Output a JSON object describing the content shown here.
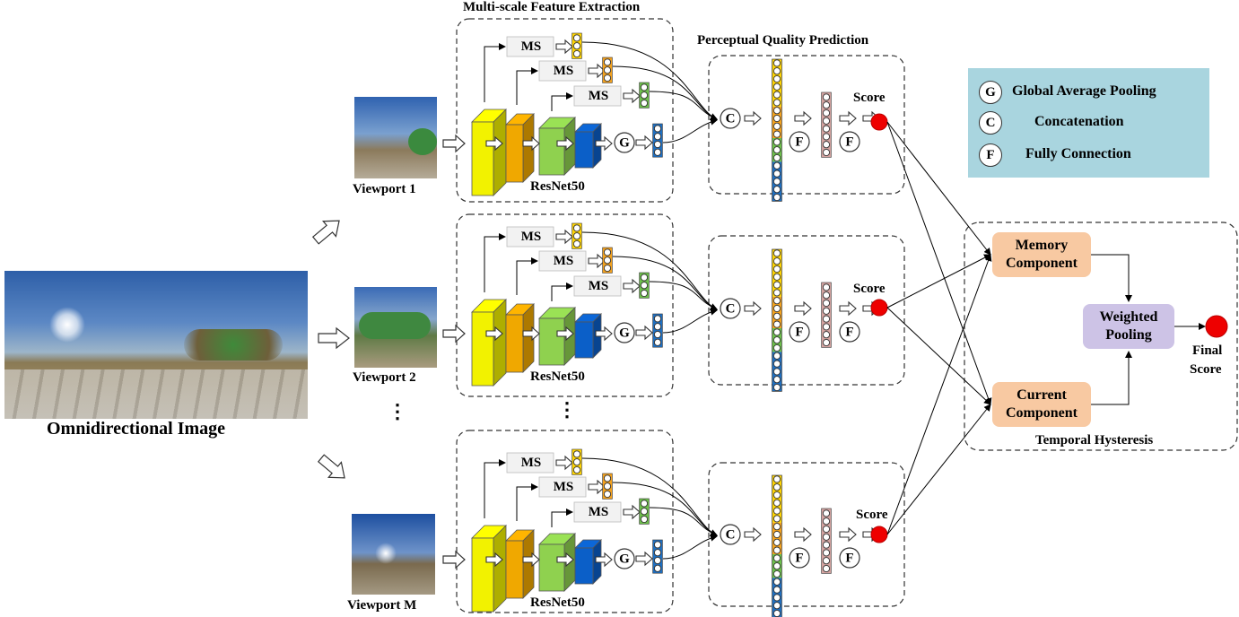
{
  "input": {
    "caption": "Omnidirectional Image"
  },
  "viewports": [
    {
      "label": "Viewport 1",
      "backbone_label": "ResNet50",
      "score_label": "Score"
    },
    {
      "label": "Viewport 2",
      "backbone_label": "ResNet50",
      "score_label": "Score"
    },
    {
      "label": "Viewport M",
      "backbone_label": "ResNet50",
      "score_label": "Score"
    }
  ],
  "section_titles": {
    "feature_extraction": "Multi-scale Feature Extraction",
    "quality_prediction": "Perceptual Quality Prediction",
    "temporal": "Temporal Hysteresis"
  },
  "symbols": {
    "ms": "MS",
    "gap": "G",
    "concat": "C",
    "fc": "F",
    "ellipsis": "⋮"
  },
  "legend": [
    {
      "symbol": "G",
      "text": "Global Average Pooling"
    },
    {
      "symbol": "C",
      "text": "Concatenation"
    },
    {
      "symbol": "F",
      "text": "Fully Connection"
    }
  ],
  "temporal": {
    "memory": [
      "Memory",
      "Component"
    ],
    "current": [
      "Current",
      "Component"
    ],
    "pooling": [
      "Weighted",
      "Pooling"
    ],
    "final": [
      "Final",
      "Score"
    ]
  },
  "colors": {
    "block_yellow": "#f2f200",
    "block_orange": "#f0a800",
    "block_green": "#8fd14f",
    "block_blue": "#0b5fc8",
    "node_blue": "#1f6fc0",
    "node_yellow": "#ffd400",
    "node_orange": "#f4a21d",
    "node_green": "#6cc04a",
    "node_pink": "#d4a3a0",
    "score_red": "#ee0000",
    "legend_bg": "#a9d5df",
    "component_orange": "#f8c9a2",
    "pooling_purple": "#cdc3e6"
  },
  "icons": [
    "hollow-arrow-icon",
    "circle-symbol-icon",
    "neuron-column-icon",
    "score-dot-icon"
  ]
}
